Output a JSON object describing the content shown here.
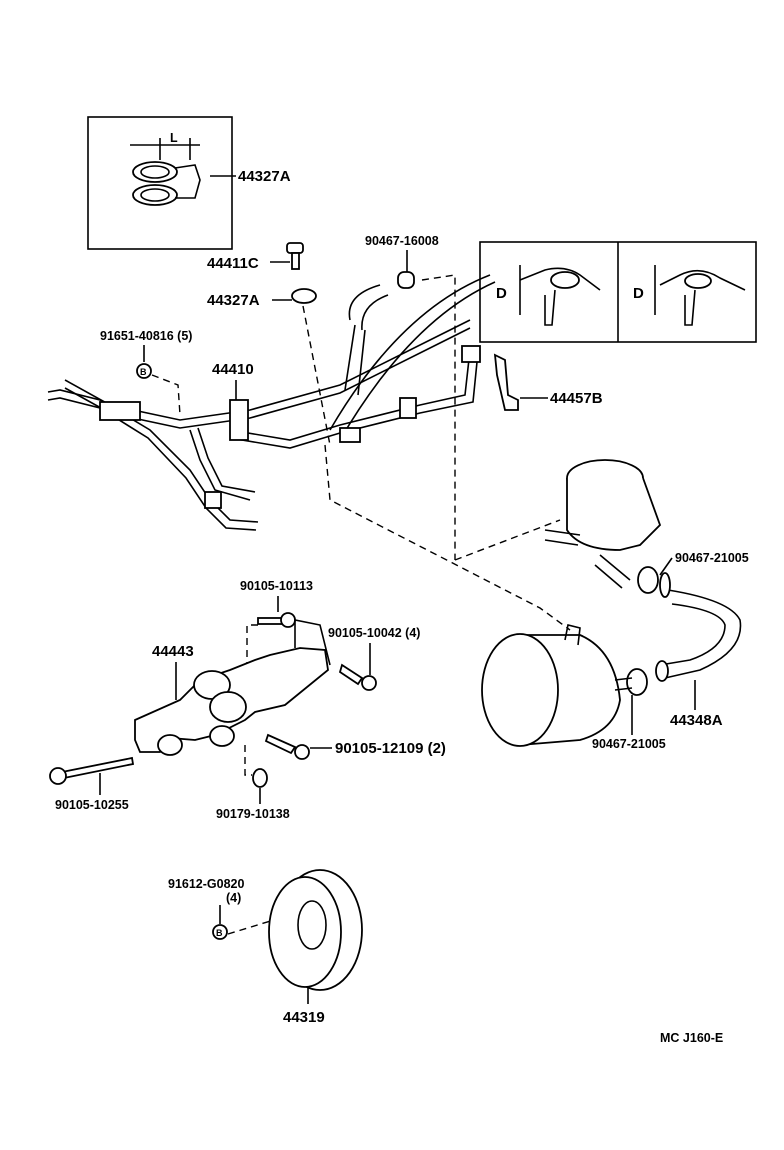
{
  "diagram": {
    "type": "parts-exploded-view",
    "labels": {
      "p44327A_inset": "44327A",
      "inset_L": "L",
      "p44411C": "44411C",
      "p44327A": "44327A",
      "p90467_16008": "90467-16008",
      "p91651_40816": "91651-40816 (5)",
      "p44410": "44410",
      "detail_D_left": "D",
      "detail_D_right": "D",
      "p44457B": "44457B",
      "p90467_21005_top": "90467-21005",
      "p90105_10113": "90105-10113",
      "p90105_10042": "90105-10042 (4)",
      "p44443": "44443",
      "p90105_12109": "90105-12109 (2)",
      "p90105_10255": "90105-10255",
      "p90179_10138": "90179-10138",
      "p44348A": "44348A",
      "p90467_21005_bottom": "90467-21005",
      "p91612_G0820": "91612-G0820",
      "p91612_qty": "(4)",
      "p44319": "44319",
      "ref_code": "MC  J160-E",
      "callout_B1": "B",
      "callout_B2": "B"
    }
  }
}
